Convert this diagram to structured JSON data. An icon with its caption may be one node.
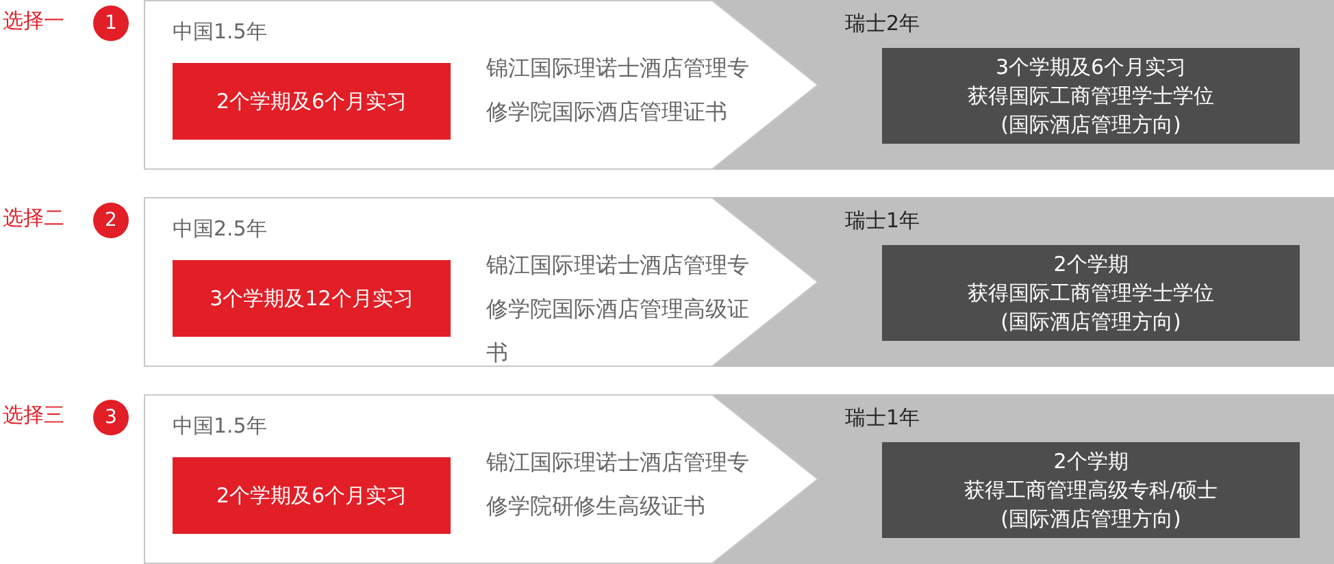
{
  "diagram": {
    "nodes": [
      {
        "text": [
          "1"
        ],
        "beside": [
          "选择一"
        ]
      },
      {
        "text": [
          "中国1.5年",
          "锦江国际理诺士酒店管理专修学院国际酒店管理证书"
        ]
      },
      {
        "text": [
          "2个学期及6个月实习"
        ],
        "in": 1
      },
      {
        "text": [
          "瑞士2年"
        ]
      },
      {
        "text": [
          "3个学期及6个月实习",
          "获得国际工商管理学士学位",
          "(国际酒店管理方向)"
        ],
        "in": 3
      },
      {
        "text": [
          "2"
        ],
        "beside": [
          "选择二"
        ]
      },
      {
        "text": [
          "中国2.5年",
          "锦江国际理诺士酒店管理专修学院国际酒店管理高级证书"
        ]
      },
      {
        "text": [
          "3个学期及12个月实习"
        ],
        "in": 6
      },
      {
        "text": [
          "瑞士1年"
        ]
      },
      {
        "text": [
          "2个学期",
          "获得国际工商管理学士学位",
          "(国际酒店管理方向)"
        ],
        "in": 8
      },
      {
        "text": [
          "3"
        ],
        "beside": [
          "选择三"
        ]
      },
      {
        "text": [
          "中国1.5年",
          "锦江国际理诺士酒店管理专修学院研修生高级证书"
        ]
      },
      {
        "text": [
          "2个学期及6个月实习"
        ],
        "in": 11
      },
      {
        "text": [
          "瑞士1年"
        ]
      },
      {
        "text": [
          "2个学期",
          "获得工商管理高级专科/硕士",
          "(国际酒店管理方向)"
        ],
        "in": 13
      }
    ]
  }
}
